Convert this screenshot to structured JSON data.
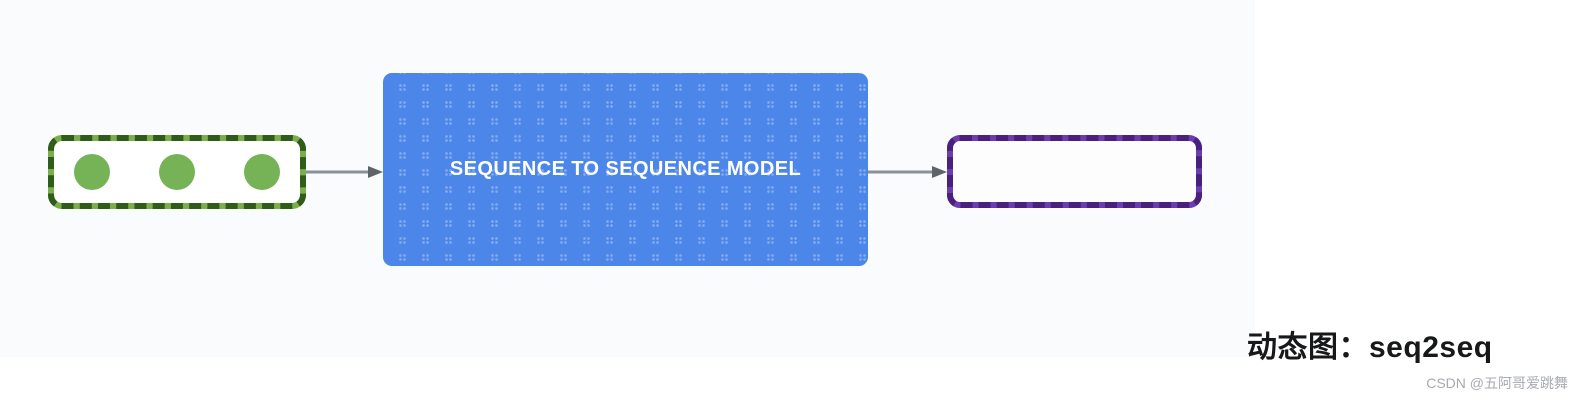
{
  "diagram": {
    "panel_background": "#fafbfd",
    "input_box": {
      "dot_count": 3,
      "dot_color": "#76b357",
      "border_base_color": "#7dae4d",
      "border_dash_color": "#2f5c18"
    },
    "model_box": {
      "label": "SEQUENCE TO SEQUENCE MODEL",
      "fill_color": "#4d86e9",
      "text_color": "#ffffff"
    },
    "output_box": {
      "border_base_color": "#6d3cb0",
      "border_dash_color": "#49207c"
    },
    "arrows": {
      "line_color": "#8a919c",
      "head_color": "#5f6468"
    }
  },
  "caption": {
    "text": "动态图：seq2seq",
    "color": "#17181a"
  },
  "watermark": {
    "text": "CSDN @五阿哥爱跳舞",
    "color": "#a7aaaf"
  }
}
